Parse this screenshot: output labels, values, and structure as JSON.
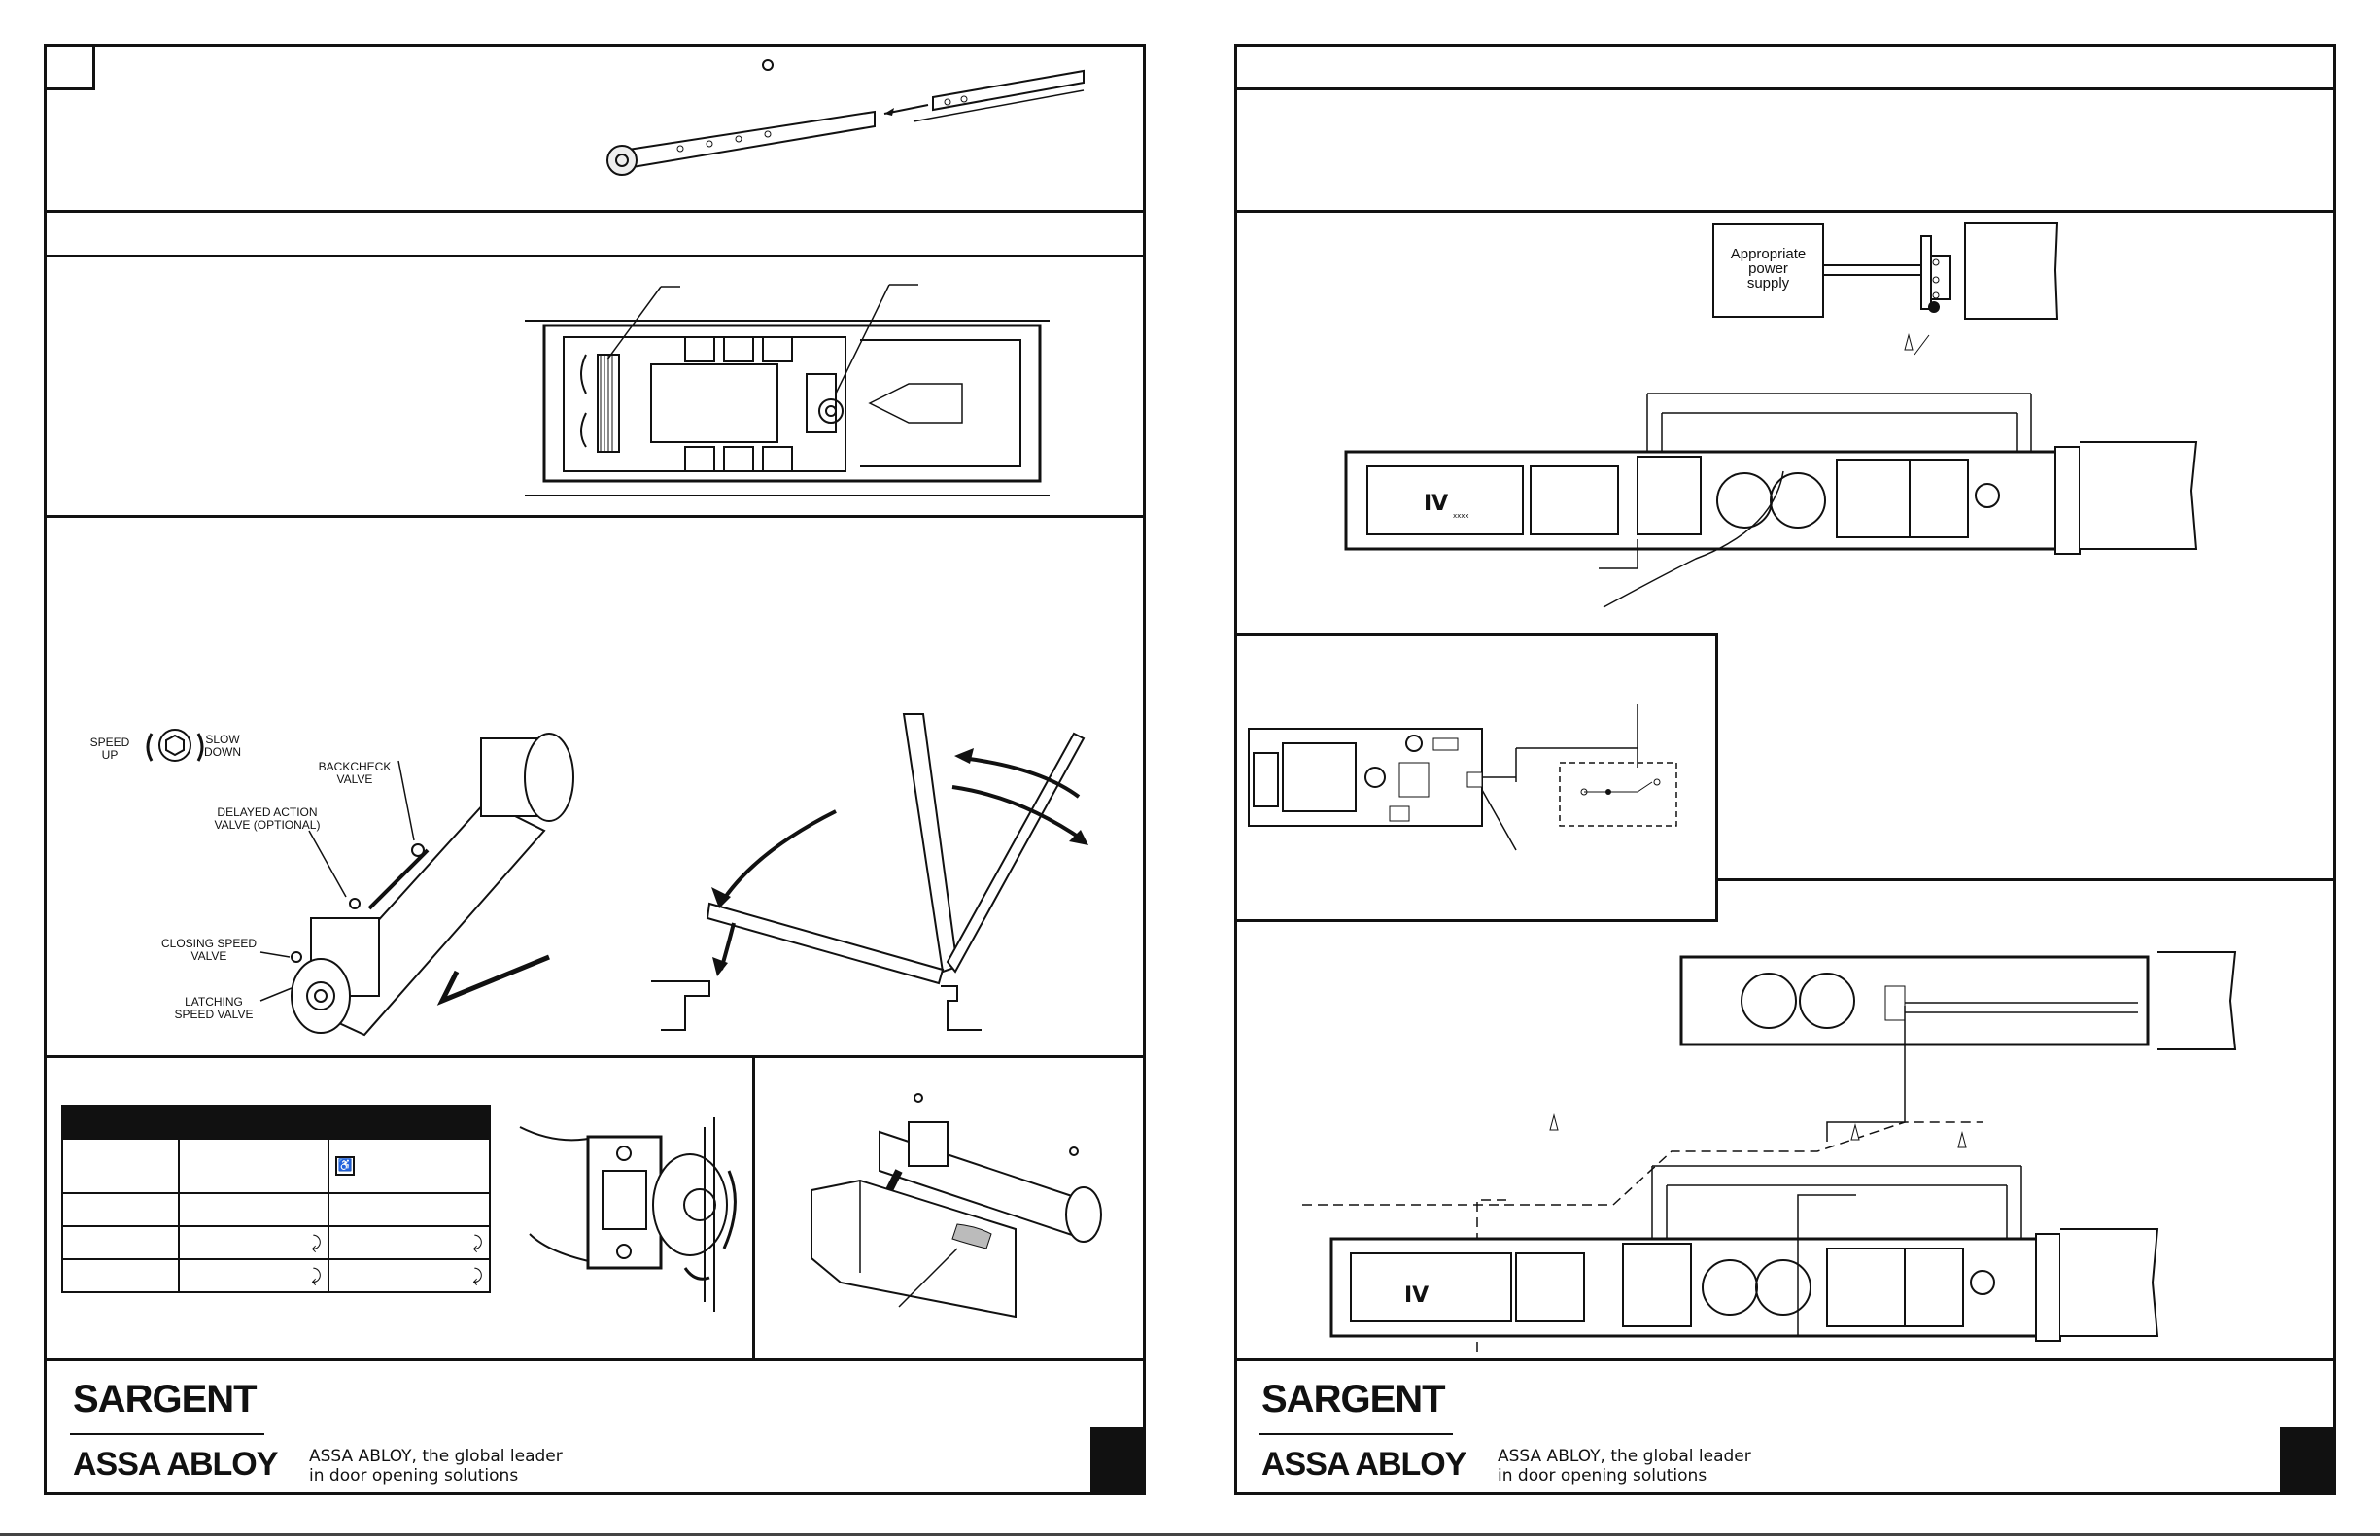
{
  "diagram_labels": {
    "speed_up": "SPEED\nUP",
    "slow_down": "SLOW\nDOWN",
    "backcheck_valve": "BACKCHECK\nVALVE",
    "delayed_action_valve": "DELAYED ACTION\nVALVE (OPTIONAL)",
    "closing_speed_valve": "CLOSING SPEED\nVALVE",
    "latching_speed_valve": "LATCHING\nSPEED VALVE",
    "power_supply": "Appropriate\npower\nsupply",
    "board_marking": "xxxx"
  },
  "footer": {
    "brand": "SARGENT",
    "parent_brand": "ASSA ABLOY",
    "tagline_line1": "ASSA ABLOY, the global leader",
    "tagline_line2": "in door opening solutions"
  },
  "icons": {
    "accessibility": "wheelchair-icon"
  },
  "colors": {
    "ink": "#111111",
    "paper": "#ffffff"
  }
}
